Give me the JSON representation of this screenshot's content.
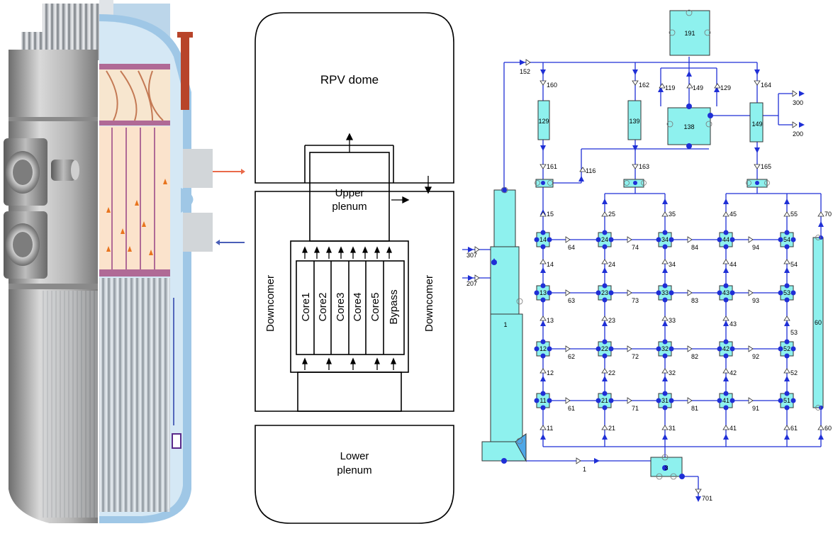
{
  "schematic": {
    "rpv_dome": "RPV dome",
    "upper_plenum_1": "Upper",
    "upper_plenum_2": "plenum",
    "lower_plenum_1": "Lower",
    "lower_plenum_2": "plenum",
    "downcomer_left": "Downcomer",
    "downcomer_right": "Downcomer",
    "channels": [
      "Core1",
      "Core2",
      "Core3",
      "Core4",
      "Core5",
      "Bypass"
    ]
  },
  "nodal": {
    "volumes": {
      "top": "191",
      "separator": "138",
      "downcomer": "1",
      "lower_plenum": "3",
      "bypass_pipe": "60",
      "left_riser": "129",
      "mid_riser": "139",
      "right_riser": "149"
    },
    "core_rows": [
      [
        "14",
        "24",
        "34",
        "44",
        "54"
      ],
      [
        "13",
        "23",
        "33",
        "43",
        "53"
      ],
      [
        "12",
        "22",
        "32",
        "42",
        "52"
      ],
      [
        "11",
        "21",
        "31",
        "41",
        "51"
      ]
    ],
    "horizontal_junctions": [
      [
        "64",
        "74",
        "84",
        "94"
      ],
      [
        "63",
        "73",
        "83",
        "93"
      ],
      [
        "62",
        "72",
        "82",
        "92"
      ],
      [
        "61",
        "71",
        "81",
        "91"
      ]
    ],
    "vertical_junctions_top": [
      "15",
      "25",
      "35",
      "45",
      "55",
      "70"
    ],
    "vertical_junctions_row1": [
      "14",
      "24",
      "34",
      "44",
      "54"
    ],
    "vertical_junctions_row2": [
      "13",
      "23",
      "33",
      "43",
      "53"
    ],
    "vertical_junctions_row3": [
      "12",
      "22",
      "32",
      "42",
      "52"
    ],
    "vertical_junctions_bottom": [
      "11",
      "21",
      "31",
      "41",
      "61",
      "60"
    ],
    "top_junctions": {
      "j152": "152",
      "j160": "160",
      "j162": "162",
      "j164": "164",
      "j119": "119",
      "j149": "149",
      "j129": "129",
      "j161": "161",
      "j116": "116",
      "j163": "163",
      "j165": "165",
      "j300": "300",
      "j200": "200",
      "j307": "307",
      "j207": "207",
      "j1": "1",
      "j701": "701"
    }
  }
}
